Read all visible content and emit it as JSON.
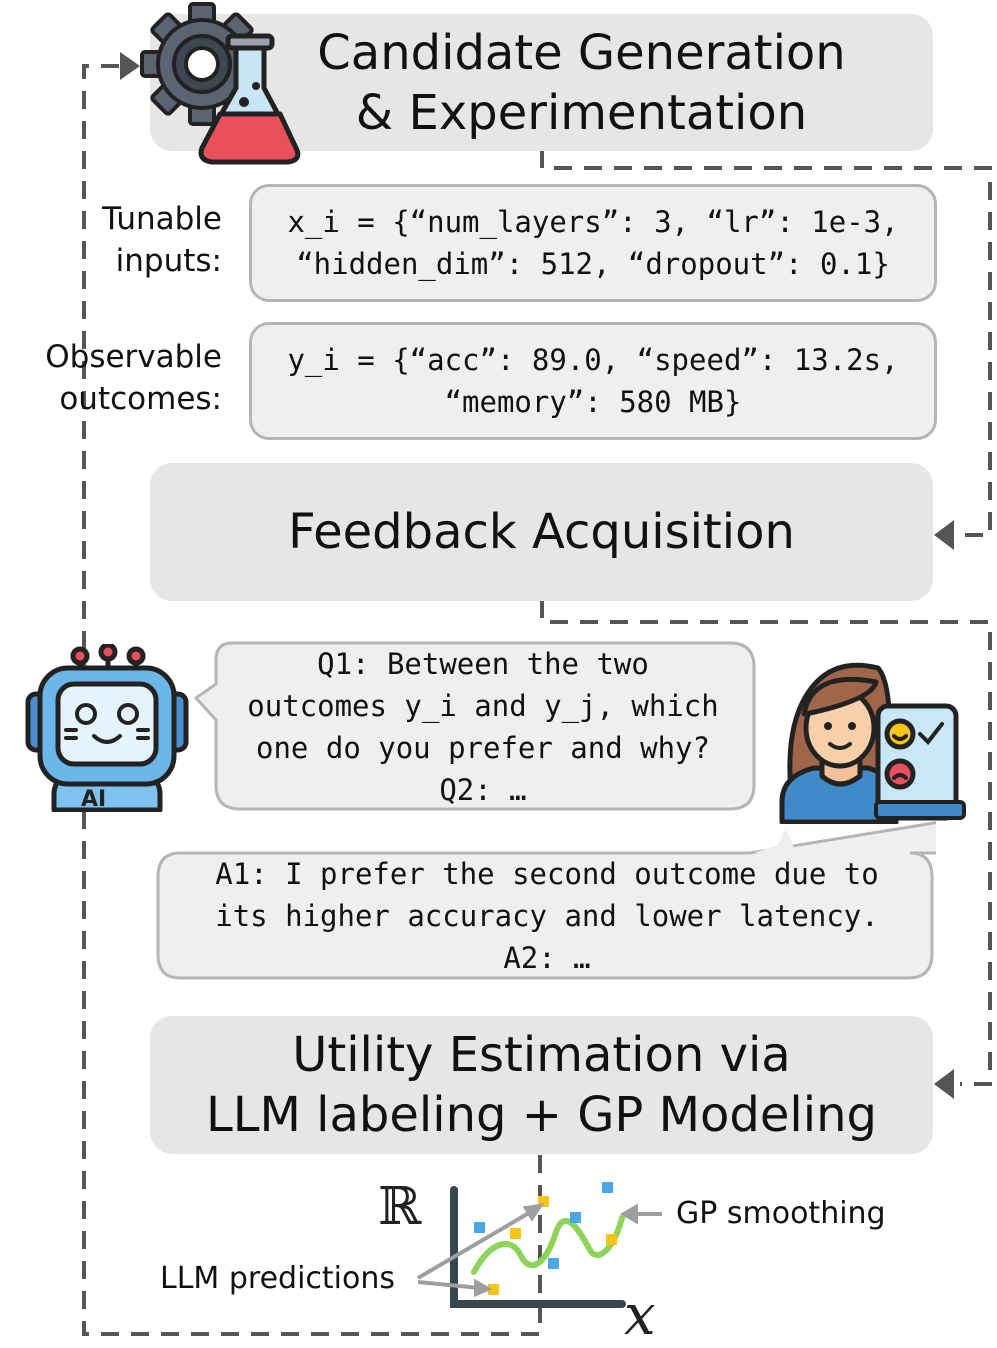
{
  "stages": {
    "candidate": "Candidate Generation\n& Experimentation",
    "feedback": "Feedback Acquisition",
    "utility": "Utility Estimation via\nLLM labeling + GP Modeling"
  },
  "inputs": {
    "label": "Tunable\ninputs:",
    "code": "x_i = {“num_layers”: 3, “lr”: 1e-3,\n“hidden_dim”: 512, “dropout”: 0.1}"
  },
  "outcomes": {
    "label": "Observable\noutcomes:",
    "code": "y_i = {“acc”: 89.0, “speed”: 13.2s,\n“memory”: 580 MB}"
  },
  "dialog": {
    "question": "Q1: Between the two\noutcomes y_i and y_j, which\none do you prefer and why?\nQ2: …",
    "answer": "A1: I prefer the second outcome due to\nits higher accuracy and lower latency.\nA2: …"
  },
  "plot": {
    "real_symbol": "ℝ",
    "x_symbol": "𝑥",
    "gp_label": "GP smoothing",
    "llm_label": "LLM predictions"
  },
  "icons": {
    "robot_badge": "AI",
    "stage_icon": "gear-flask-icon",
    "person_icon": "person-feedback-icon"
  },
  "colors": {
    "stage_fill": "#e6e6e6",
    "dashed_arrow": "#555555",
    "gp_curve": "#8ed35a",
    "llm_points": "#f5c518",
    "blue_points": "#4aa8e8"
  }
}
